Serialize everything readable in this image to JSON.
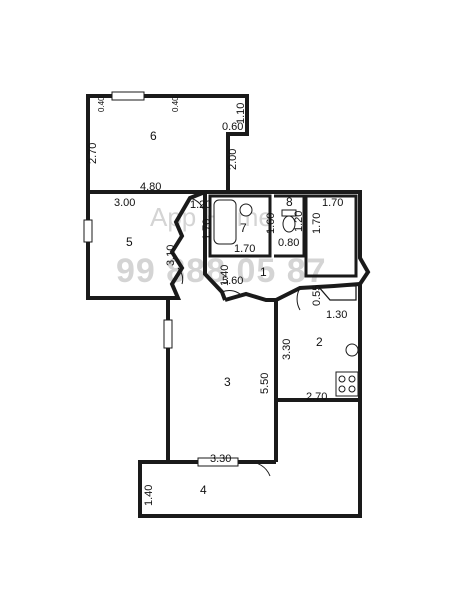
{
  "watermark": {
    "line1": "App Home",
    "line2": "99 888 05 87"
  },
  "rooms": {
    "r1": "1",
    "r2": "2",
    "r3": "3",
    "r4": "4",
    "r5": "5",
    "r6": "6",
    "r7": "7",
    "r8": "8"
  },
  "dimensions": {
    "d_0_40_a": "0.40",
    "d_0_40_b": "0.40",
    "d_1_10": "1.10",
    "d_0_60": "0.60",
    "d_2_70_top": "2.70",
    "d_2_00": "2.00",
    "d_4_80": "4.80",
    "d_3_00": "3.00",
    "d_3_10": "3.10",
    "d_1_20_a": "1.20",
    "d_1_70_bath_side": "1.70",
    "d_1_70_bath_bottom": "1.70",
    "d_1_60": "1.60",
    "d_1_20_wc": "1.20",
    "d_0_80": "0.80",
    "d_1_70_top_right": "1.70",
    "d_1_70_right_side": "1.70",
    "d_1_40_hall": "1.40",
    "d_5_60": "5.60",
    "d_0_55": "0.55",
    "d_1_30": "1.30",
    "d_3_30_kitchen": "3.30",
    "d_5_50": "5.50",
    "d_2_70_kitchen": "2.70",
    "d_3_30_bottom": "3.30",
    "d_1_40_balcony": "1.40"
  }
}
